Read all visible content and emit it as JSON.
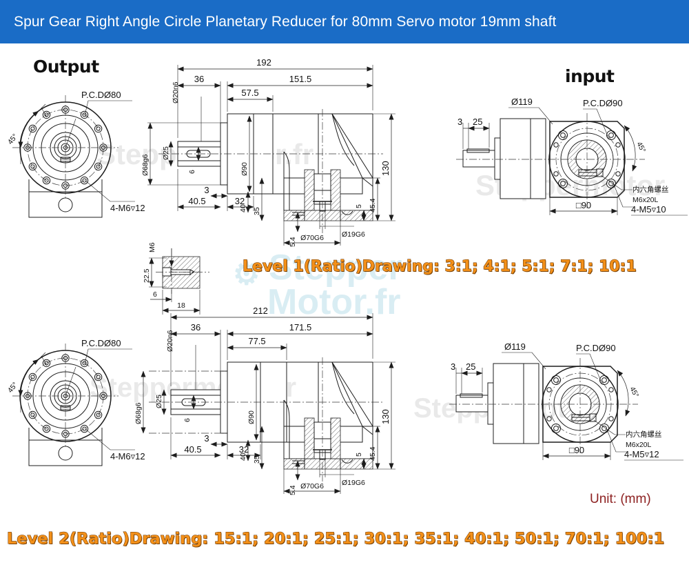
{
  "header": {
    "title": "Spur Gear Right Angle Circle Planetary Reducer for 80mm Servo motor 19mm shaft",
    "bg_color": "#1a6cc6",
    "text_color": "#ffffff"
  },
  "watermarks": {
    "text_a": "Steppermotor.fr",
    "text_b": "Steppermotor",
    "text_c": "Stepper",
    "logo_line1": "Stepper",
    "logo_line2": "Motor.fr",
    "color": "#e9e9e9",
    "logo_color": "#d9edf3"
  },
  "labels": {
    "output": "Output",
    "input": "input",
    "unit_note": "Unit: (mm)"
  },
  "ratio_bands": [
    {
      "id": "level1",
      "text": "Level 1(Ratio)Drawing: 3:1;  4:1;  5:1;  7:1;  10:1",
      "ratios": [
        "3:1",
        "4:1",
        "5:1",
        "7:1",
        "10:1"
      ],
      "color": "#f39019",
      "outline_color": "#6b3703"
    },
    {
      "id": "level2",
      "text": "Level 2(Ratio)Drawing: 15:1; 20:1; 25:1; 30:1; 35:1; 40:1; 50:1; 70:1; 100:1",
      "ratios": [
        "15:1",
        "20:1",
        "25:1",
        "30:1",
        "35:1",
        "40:1",
        "50:1",
        "70:1",
        "100:1"
      ],
      "color": "#f39019",
      "outline_color": "#6b3703"
    }
  ],
  "views": {
    "output_face_top": {
      "title": "Output",
      "callouts": {
        "pcd": "P.C.DØ80",
        "angle": "45°",
        "threads": "4-M6▽12"
      }
    },
    "output_face_bottom": {
      "callouts": {
        "pcd": "P.C.DØ80",
        "angle": "45°",
        "threads": "4-M6▽12"
      }
    },
    "section_top": {
      "dims": {
        "overall_len": "192",
        "body_len": "151.5",
        "stage_len": "57.5",
        "shaft_len": "36",
        "shaft_dia": "Ø20n6",
        "flange_dia": "Ø68g6",
        "hub_dia": "Ø25",
        "key_w": "6",
        "step": "3",
        "front_len": "40.5",
        "seg2": "32",
        "case_dia": "Ø90",
        "h_40": "40",
        "h_35": "35",
        "height": "130",
        "out_h": "45.4",
        "base_t": "5",
        "boss_h": "5.4",
        "pilot_dia": "Ø70G6",
        "out_shaft_dia": "Ø19G6"
      }
    },
    "section_bottom": {
      "dims": {
        "overall_len": "212",
        "body_len": "171.5",
        "stage_len": "77.5",
        "shaft_len": "36",
        "shaft_dia": "Ø20n6",
        "flange_dia": "Ø68g6",
        "hub_dia": "Ø25",
        "key_w": "6",
        "step": "3",
        "front_len": "40.5",
        "seg2": "32",
        "case_dia": "Ø90",
        "h_40": "40",
        "h_35": "35",
        "height": "130",
        "out_h": "45.4",
        "base_t": "5",
        "boss_h": "5.4",
        "pilot_dia": "Ø70G6",
        "out_shaft_dia": "Ø19G6"
      }
    },
    "keyway_detail": {
      "dims": {
        "thread": "M6",
        "center_h": "22.5",
        "edge": "6",
        "width": "18"
      }
    },
    "input_face_top": {
      "title": "input",
      "callouts": {
        "outer_dia": "Ø119",
        "pcd": "P.C.DØ90",
        "angle": "45°",
        "square": "□90",
        "screw_cn": "内六角螺丝",
        "screw_spec": "M6x20L",
        "threads": "4-M5▽10",
        "shaft_step": "3",
        "shaft_len": "25"
      }
    },
    "input_face_bottom": {
      "callouts": {
        "outer_dia": "Ø119",
        "pcd": "P.C.DØ90",
        "angle": "45°",
        "square": "□90",
        "screw_cn": "内六角螺丝",
        "screw_spec": "M6x20L",
        "threads": "4-M5▽12",
        "shaft_step": "3",
        "shaft_len": "25"
      }
    }
  }
}
